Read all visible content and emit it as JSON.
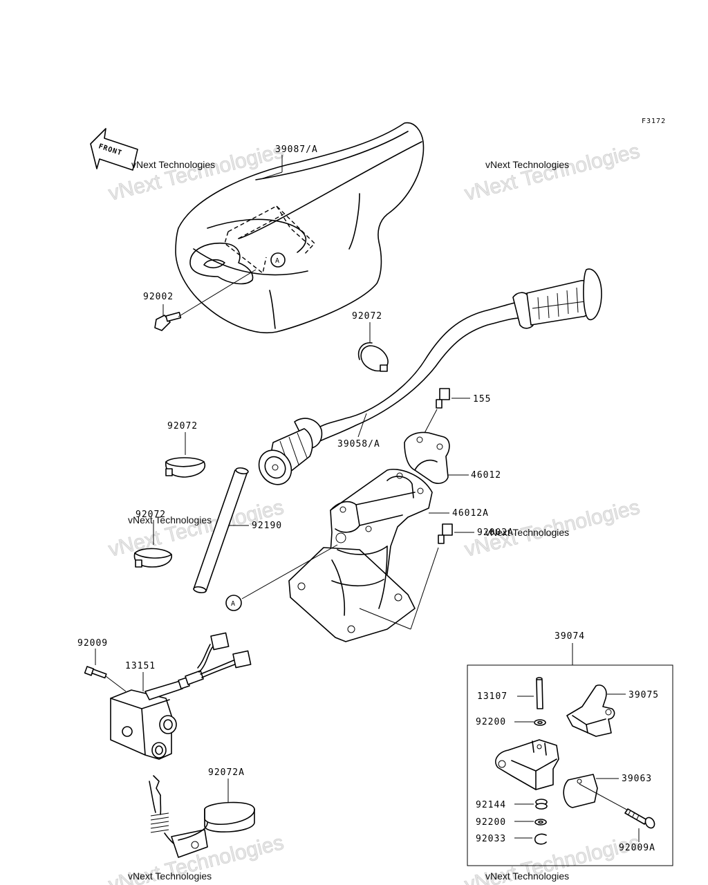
{
  "figure_ref": "F3172",
  "front_label": "FRONT",
  "callout_letter": "A",
  "watermark": {
    "line1": "vNext Technologies",
    "line2": "vNext Technologies"
  },
  "parts": {
    "cover": "39087/A",
    "bolt_92002": "92002",
    "band_top": "92072",
    "bolt_155": "155",
    "band_mid": "92072",
    "handlebar": "39058/A",
    "holder": "46012",
    "holder_a": "46012A",
    "band_low": "92072",
    "tube": "92190",
    "bolt_92002a": "92002A",
    "screw_92009": "92009",
    "switch": "13151",
    "assembly": "39074",
    "pin": "13107",
    "lever": "39075",
    "washer_top": "92200",
    "case": "39063",
    "spring": "92144",
    "washer_bottom": "92200",
    "clip": "92033",
    "screw_92009a": "92009A",
    "band_92072a": "92072A"
  }
}
